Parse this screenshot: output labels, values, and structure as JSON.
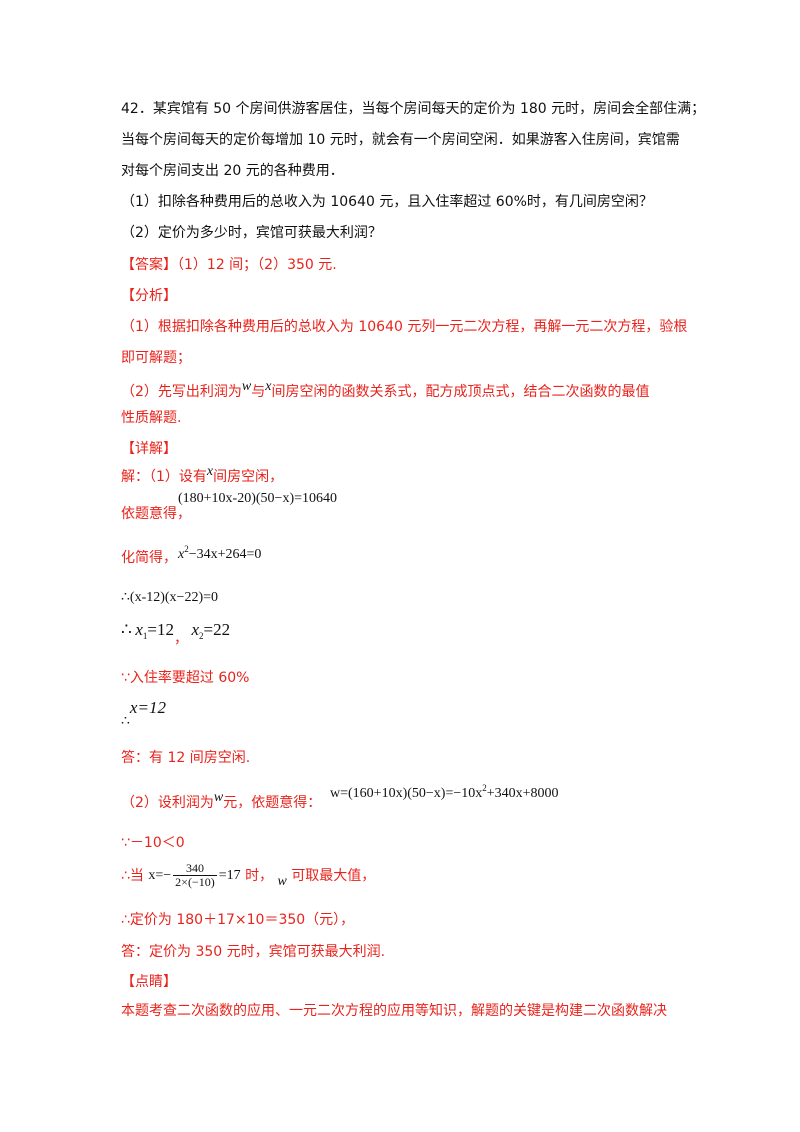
{
  "question": {
    "line1": "42．某宾馆有 50 个房间供游客居住，当每个房间每天的定价为 180 元时，房间会全部住满；",
    "line2": "当每个房间每天的定价每增加 10 元时，就会有一个房间空闲．如果游客入住房间，宾馆需",
    "line3": "对每个房间支出 20 元的各种费用．",
    "part1": "（1）扣除各种费用后的总收入为 10640 元，且入住率超过 60%时，有几间房空闲？",
    "part2": "（2）定价为多少时，宾馆可获最大利润？"
  },
  "answer": {
    "label": "【答案】",
    "text": "（1）12 间；（2）350 元."
  },
  "analysis": {
    "label": "【分析】",
    "p1_line1": "（1）根据扣除各种费用后的总收入为 10640 元列一元二次方程，再解一元二次方程，验根",
    "p1_line2": "即可解题；",
    "p2_pre": "（2）先写出利润为",
    "p2_var_w": "w",
    "p2_mid": "与",
    "p2_var_x": "x",
    "p2_post": "间房空闲的函数关系式，配方成顶点式，结合二次函数的最值",
    "p2_line2": "性质解题."
  },
  "detail": {
    "label": "【详解】",
    "s1_pre": "解：（1）设有",
    "s1_var": "x",
    "s1_post": "间房空闲，",
    "s2_text": "依题意得，",
    "s2_eq": "(180+10x-20)(50−x)=10640",
    "s3_text": "化简得，",
    "s3_eq_a": "x",
    "s3_eq_exp": "2",
    "s3_eq_b": "−34x+264=0",
    "s4_eq": "∴(x-12)(x−22)=0",
    "s5_therefore": "∴",
    "s5_x1": "x",
    "s5_x1_sub": "1",
    "s5_x1_val": "=12",
    "s5_comma": "，",
    "s5_x2": "x",
    "s5_x2_sub": "2",
    "s5_x2_val": "=22",
    "s6_text": "∵入住率要超过 60%",
    "s7_therefore": "∴",
    "s7_eq": "x=12",
    "s8_text": "答：有 12 间房空闲.",
    "s9_pre": "（2）设利润为",
    "s9_var": "w",
    "s9_post": "元，依题意得：",
    "s9_eq": "w=(160+10x)(50−x)=−10x",
    "s9_eq_exp": "2",
    "s9_eq_tail": "+340x+8000",
    "s10_text": "∵－10＜0",
    "s11_pre": "∴当",
    "s11_eq_lhs": "x=−",
    "s11_num": "340",
    "s11_den": "2×(−10)",
    "s11_eq_rhs": "=17",
    "s11_mid": "时，",
    "s11_var": "w",
    "s11_post": "可取最大值，",
    "s12_text": "∴定价为 180＋17×10＝350（元），",
    "s13_text": "答：定价为 350 元时，宾馆可获最大利润."
  },
  "comment": {
    "label": "【点睛】",
    "text": "本题考查二次函数的应用、一元二次方程的应用等知识，解题的关键是构建二次函数解决"
  }
}
